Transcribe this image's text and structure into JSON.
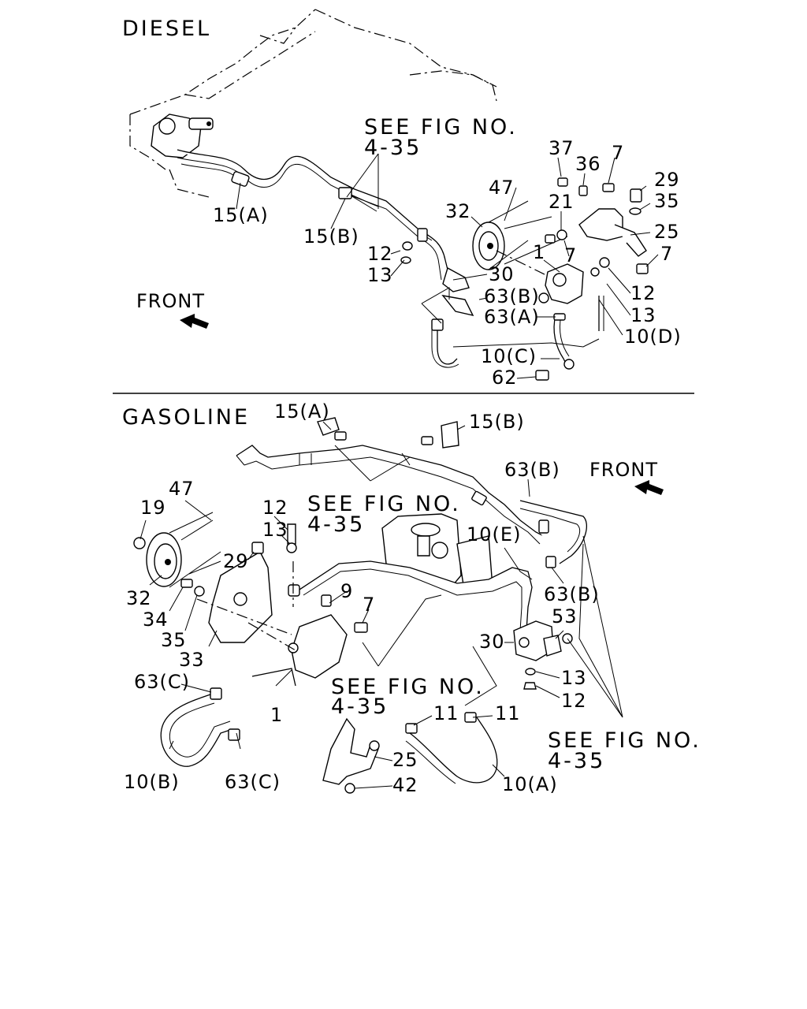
{
  "sections": {
    "diesel": {
      "title": "DIESEL",
      "front": "FRONT"
    },
    "gasoline": {
      "title": "GASOLINE",
      "front": "FRONT"
    }
  },
  "references": {
    "see_fig_line1": "SEE FIG NO.",
    "see_fig_line2": "4-35"
  },
  "diesel_labels": {
    "p15a": "15(A)",
    "p15b": "15(B)",
    "p12": "12",
    "p13": "13",
    "p30": "30",
    "p63b": "63(B)",
    "p63a": "63(A)",
    "p10c": "10(C)",
    "p62": "62",
    "p10d": "10(D)",
    "p13b": "13",
    "p12b": "12",
    "p7a": "7",
    "p1": "1",
    "p32": "32",
    "p47": "47",
    "p21": "21",
    "p37": "37",
    "p36": "36",
    "p7b": "7",
    "p29": "29",
    "p35": "35",
    "p25": "25",
    "p7c": "7"
  },
  "gasoline_labels": {
    "p15a": "15(A)",
    "p15b": "15(B)",
    "p63b": "63(B)",
    "p10e": "10(E)",
    "p63b2": "63(B)",
    "p53": "53",
    "p30": "30",
    "p13": "13",
    "p12": "12",
    "p11a": "11",
    "p11b": "11",
    "p10a": "10(A)",
    "p25": "25",
    "p42": "42",
    "p1": "1",
    "p63c": "63(C)",
    "p63c2": "63(C)",
    "p10b": "10(B)",
    "p19": "19",
    "p47": "47",
    "p12t": "12",
    "p13t": "13",
    "p29": "29",
    "p32": "32",
    "p34": "34",
    "p35": "35",
    "p33": "33",
    "p9": "9",
    "p7": "7"
  }
}
